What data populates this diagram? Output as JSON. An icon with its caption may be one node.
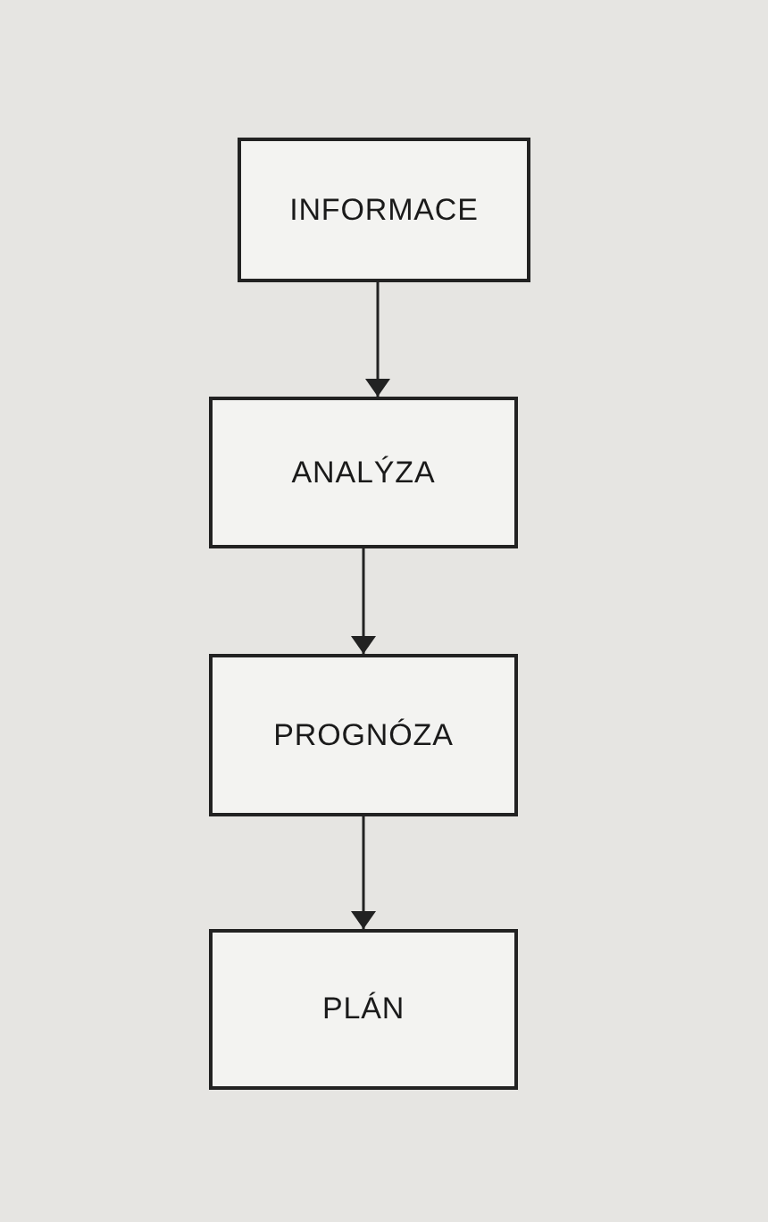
{
  "diagram": {
    "nodes": [
      {
        "text": [
          "INFORMACE"
        ]
      },
      {
        "text": [
          "ANALÝZA"
        ]
      },
      {
        "text": [
          "PROGNÓZA"
        ]
      },
      {
        "text": [
          "PLÁN"
        ]
      }
    ],
    "edges": [
      {
        "from": 0,
        "to": 1,
        "arrow": "to"
      },
      {
        "from": 1,
        "to": 2,
        "arrow": "to"
      },
      {
        "from": 2,
        "to": 3,
        "arrow": "to"
      }
    ]
  }
}
